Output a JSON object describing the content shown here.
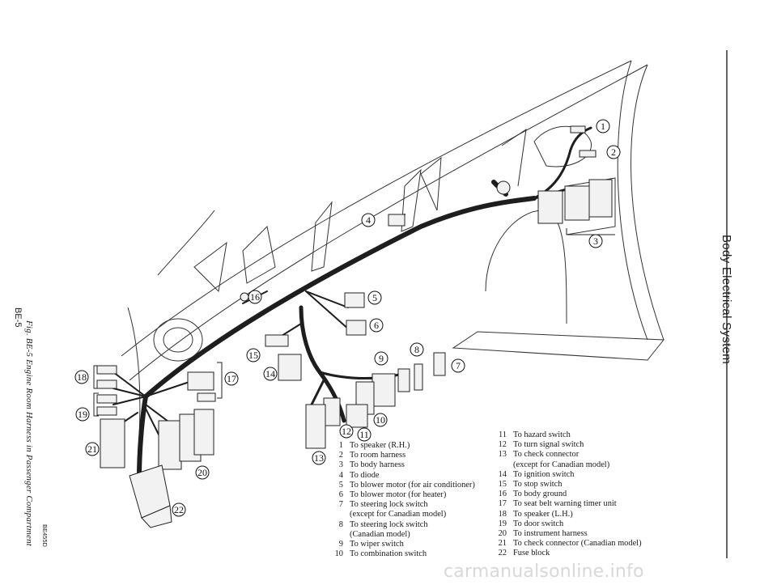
{
  "section_title": "Body Electrical System",
  "page_number": "BE-5",
  "figure": {
    "caption": "Fig. BE-5  Engine Room Harness in Passenger Compartment",
    "code": "BE455D"
  },
  "callouts": [
    "1",
    "2",
    "3",
    "4",
    "5",
    "6",
    "7",
    "8",
    "9",
    "10",
    "11",
    "12",
    "13",
    "14",
    "15",
    "16",
    "17",
    "18",
    "19",
    "20",
    "21",
    "22"
  ],
  "legend_left": [
    {
      "num": "1",
      "text": "To speaker (R.H.)"
    },
    {
      "num": "2",
      "text": "To room harness"
    },
    {
      "num": "3",
      "text": "To body harness"
    },
    {
      "num": "4",
      "text": "To diode"
    },
    {
      "num": "5",
      "text": "To blower motor (for air conditioner)"
    },
    {
      "num": "6",
      "text": "To blower motor (for heater)"
    },
    {
      "num": "7",
      "text": "To steering lock switch"
    },
    {
      "num": "",
      "text": "(except for Canadian model)"
    },
    {
      "num": "8",
      "text": "To steering lock switch"
    },
    {
      "num": "",
      "text": "(Canadian model)"
    },
    {
      "num": "9",
      "text": "To wiper switch"
    },
    {
      "num": "10",
      "text": "To combination switch"
    }
  ],
  "legend_right": [
    {
      "num": "11",
      "text": "To hazard switch"
    },
    {
      "num": "12",
      "text": "To turn signal switch"
    },
    {
      "num": "13",
      "text": "To check connector"
    },
    {
      "num": "",
      "text": "(except for Canadian model)"
    },
    {
      "num": "14",
      "text": "To ignition switch"
    },
    {
      "num": "15",
      "text": "To stop switch"
    },
    {
      "num": "16",
      "text": "To body ground"
    },
    {
      "num": "17",
      "text": "To seat belt warning timer unit"
    },
    {
      "num": "18",
      "text": "To speaker (L.H.)"
    },
    {
      "num": "19",
      "text": "To door switch"
    },
    {
      "num": "20",
      "text": "To instrument harness"
    },
    {
      "num": "21",
      "text": "To check connector (Canadian model)"
    },
    {
      "num": "22",
      "text": "Fuse block"
    }
  ],
  "watermark": "carmanualsonline.info"
}
